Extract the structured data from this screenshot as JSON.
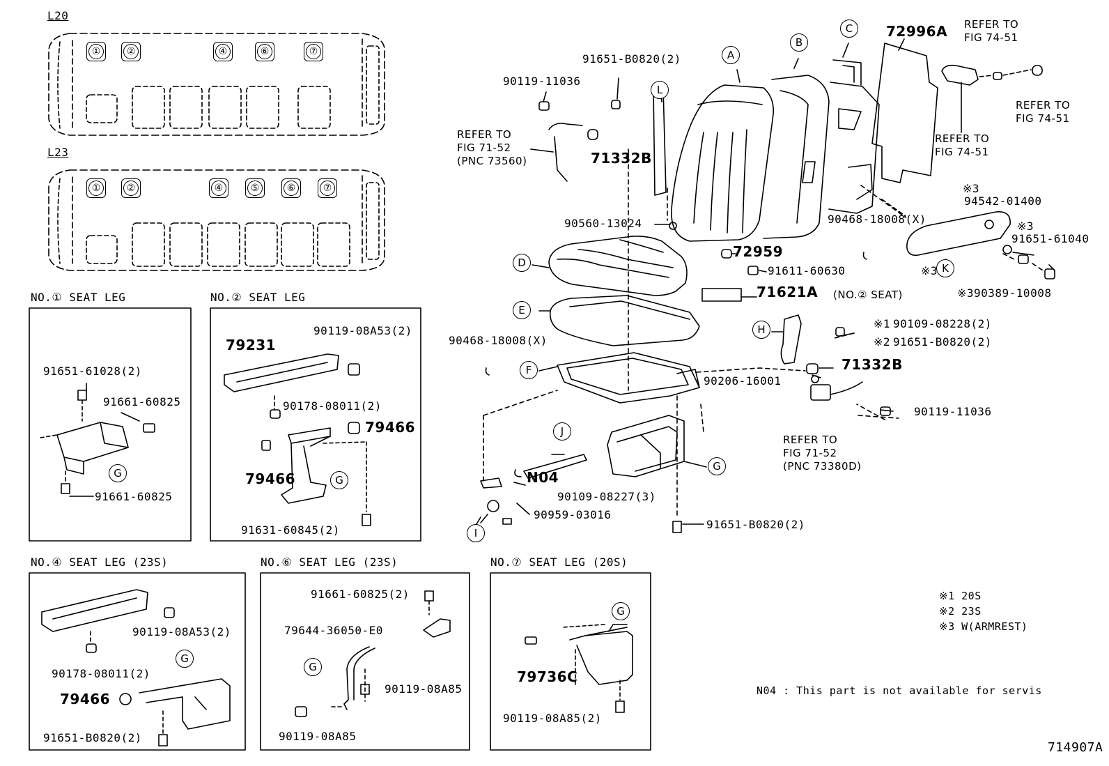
{
  "layouts": {
    "l20": {
      "title": "L20",
      "seats": [
        "①",
        "②",
        "④",
        "⑥",
        "⑦"
      ]
    },
    "l23": {
      "title": "L23",
      "seats": [
        "①",
        "②",
        "④",
        "⑤",
        "⑥",
        "⑦"
      ]
    }
  },
  "subfigures": {
    "leg1": {
      "title": "NO.①  SEAT LEG",
      "parts": [
        "91651-61028(2)",
        "91661-60825",
        "91661-60825"
      ],
      "callouts": [
        "G"
      ]
    },
    "leg2": {
      "title": "NO.②  SEAT LEG",
      "parts": [
        "79231",
        "90119-08A53(2)",
        "90178-08011(2)",
        "79466",
        "79466",
        "91631-60845(2)"
      ],
      "callouts": [
        "G"
      ]
    },
    "leg4": {
      "title": "NO.④  SEAT LEG (23S)",
      "parts": [
        "90119-08A53(2)",
        "90178-08011(2)",
        "79466",
        "91651-B0820(2)"
      ],
      "callouts": [
        "G"
      ]
    },
    "leg6": {
      "title": "NO.⑥  SEAT LEG (23S)",
      "parts": [
        "91661-60825(2)",
        "79644-36050-E0",
        "90119-08A85",
        "90119-08A85"
      ],
      "callouts": [
        "G"
      ]
    },
    "leg7": {
      "title": "NO.⑦  SEAT LEG (20S)",
      "parts": [
        "79736C",
        "90119-08A85(2)"
      ],
      "callouts": [
        "G"
      ]
    }
  },
  "main": {
    "parts": [
      "91651-B0820(2)",
      "90119-11036",
      "71332B",
      "90560-13024",
      "72959",
      "91611-60630",
      "72996A",
      "90468-18008(X)",
      "94542-01400",
      "91651-61040",
      "90389-10008",
      "71621A",
      "(NO.② SEAT)",
      "90109-08228(2)",
      "91651-B0820(2)",
      "71332B",
      "90206-16001",
      "90119-11036",
      "90468-18008(X)",
      "N04",
      "90109-08227(3)",
      "90959-03016",
      "91651-B0820(2)"
    ],
    "refs": [
      [
        "REFER TO",
        "FIG 74-51"
      ],
      [
        "REFER TO",
        "FIG 74-51"
      ],
      [
        "REFER TO",
        "FIG 74-51"
      ],
      [
        "REFER TO",
        "FIG 71-52",
        "(PNC 73560)"
      ],
      [
        "REFER TO",
        "FIG 71-52",
        "(PNC 73380D)"
      ]
    ],
    "callouts": [
      "A",
      "B",
      "C",
      "D",
      "E",
      "F",
      "G",
      "H",
      "I",
      "J",
      "K",
      "L"
    ],
    "marks": [
      "※3",
      "※3",
      "※3",
      "※3",
      "※1",
      "※2"
    ]
  },
  "legend": [
    "※1  20S",
    "※2  23S",
    "※3  W(ARMREST)"
  ],
  "note": "N04 : This part is not available for servis",
  "figure_id": "714907A"
}
